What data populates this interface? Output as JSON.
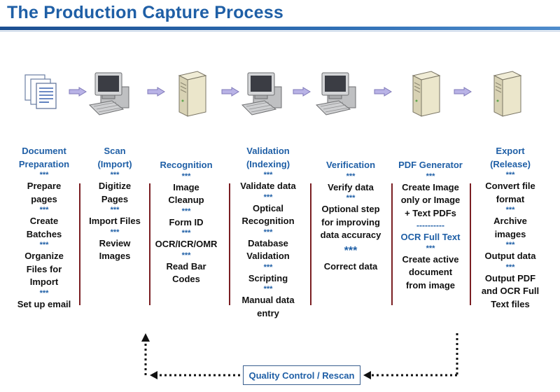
{
  "title": "The Production Capture Process",
  "icons": [
    "document-icon",
    "workstation-icon",
    "server-icon",
    "workstation-icon",
    "workstation-icon",
    "server-icon",
    "server-icon"
  ],
  "columns": [
    {
      "heading": [
        "Document",
        "Preparation"
      ],
      "lines": [
        "***",
        "Prepare",
        "pages",
        "***",
        "Create",
        "Batches",
        "***",
        "Organize",
        "Files for",
        "Import",
        "***",
        "Set up email"
      ]
    },
    {
      "heading": [
        "Scan",
        "(Import)"
      ],
      "lines": [
        "***",
        "Digitize",
        "Pages",
        "***",
        "Import Files",
        "***",
        "Review",
        "Images"
      ]
    },
    {
      "heading": [
        "Recognition"
      ],
      "lines": [
        "***",
        "Image",
        "Cleanup",
        "***",
        "Form ID",
        "***",
        "OCR/ICR/OMR",
        "***",
        "Read Bar",
        "Codes"
      ]
    },
    {
      "heading": [
        "Validation",
        "(Indexing)"
      ],
      "lines": [
        "***",
        "Validate data",
        "***",
        "Optical",
        "Recognition",
        "***",
        "Database",
        "Validation",
        "***",
        "Scripting",
        "***",
        "Manual data",
        "entry"
      ]
    },
    {
      "heading": [
        "Verification"
      ],
      "lines": [
        "***",
        "Verify data",
        "***",
        "Optional step",
        "for improving",
        "data accuracy",
        "***",
        "Correct data"
      ]
    },
    {
      "heading": [
        "PDF Generator"
      ],
      "lines": [
        "***",
        "Create Image",
        "only or Image",
        "+ Text PDFs",
        "----------",
        "OCR Full Text",
        "***",
        "Create active",
        "document",
        "from image"
      ]
    },
    {
      "heading": [
        "Export",
        "(Release)"
      ],
      "lines": [
        "***",
        "Convert file",
        "format",
        "***",
        "Archive",
        "images",
        "***",
        "Output data",
        "***",
        "Output PDF",
        "and OCR Full",
        "Text files"
      ]
    }
  ],
  "quality_control": "Quality Control / Rescan",
  "colors": {
    "title": "#1f5fa6",
    "separator": "#7a1e22",
    "arrow": "#b9b3e6"
  }
}
